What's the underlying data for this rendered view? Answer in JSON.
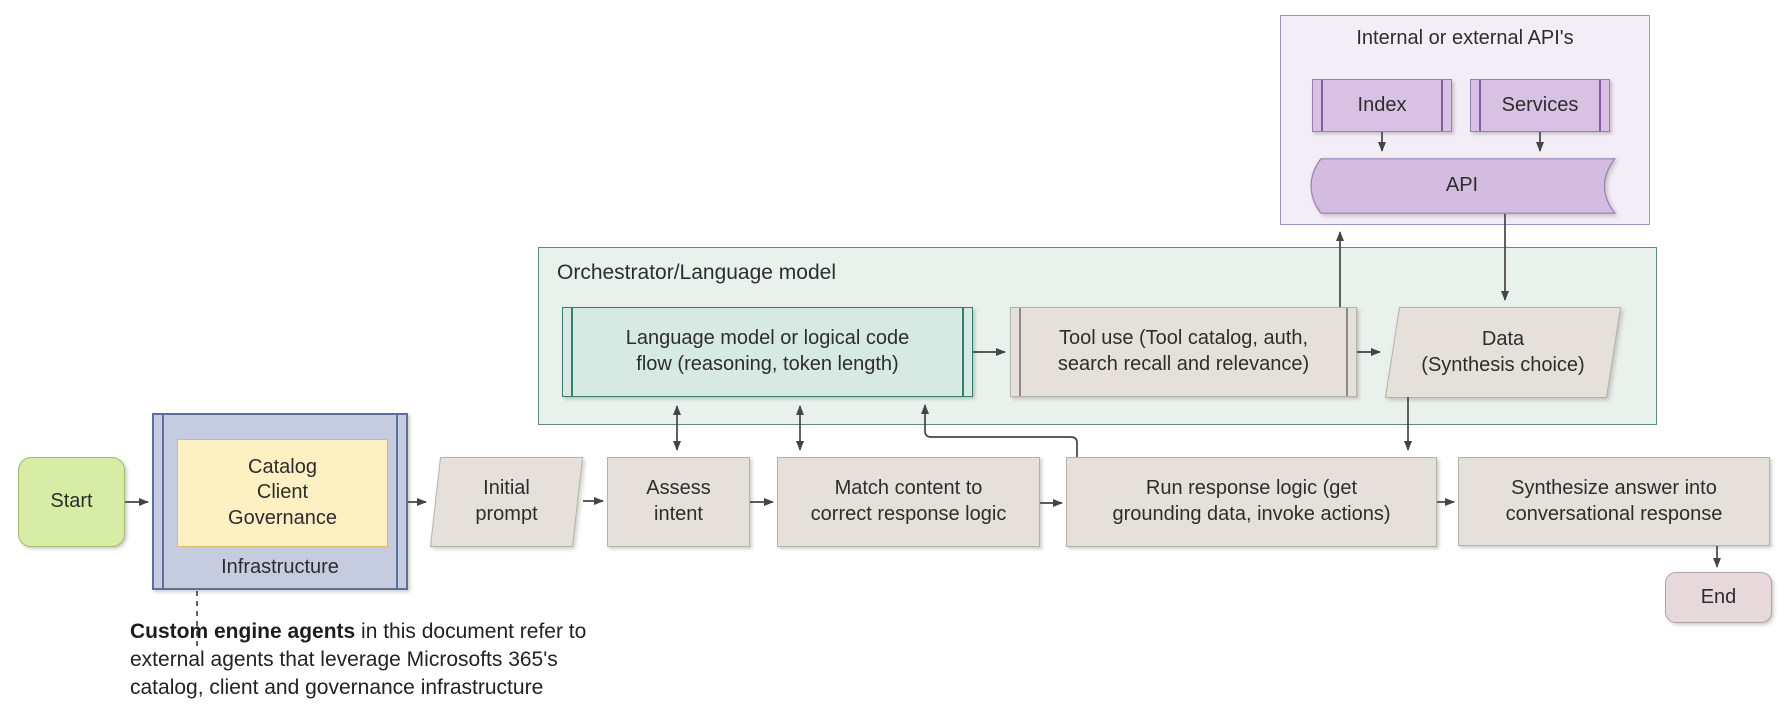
{
  "diagram": {
    "api_panel": {
      "title": "Internal or external API's",
      "index_label": "Index",
      "services_label": "Services",
      "api_label": "API"
    },
    "orchestrator_panel": {
      "title": "Orchestrator/Language model",
      "language_model_label": "Language model or logical code\nflow (reasoning, token length)",
      "tool_use_label": "Tool use (Tool catalog, auth,\nsearch recall and relevance)",
      "data_label": "Data\n(Synthesis choice)"
    },
    "flow": {
      "start": "Start",
      "catalog_stack": "Catalog\nClient\nGovernance",
      "infrastructure": "Infrastructure",
      "initial_prompt": "Initial\nprompt",
      "assess_intent": "Assess\nintent",
      "match_content": "Match content to\ncorrect response logic",
      "run_response": "Run response logic (get\ngrounding data, invoke actions)",
      "synthesize": "Synthesize answer into\nconversational response",
      "end": "End"
    },
    "annotation": {
      "bold": "Custom engine agents",
      "rest": " in this document refer to external agents that leverage Microsofts 365's catalog, client and governance infrastructure"
    }
  },
  "colors": {
    "api_panel_fill": "#f3edf7",
    "api_node_fill": "#d8c1e3",
    "api_shape_fill": "#d3bcdf",
    "orchestrator_panel_fill": "#e9f1ed",
    "language_model_fill": "#d6e9e2",
    "process_gray_fill": "#e5e1da",
    "start_fill": "#d7eda6",
    "end_fill": "#e7d8db",
    "infrastructure_fill": "#c6ccdf",
    "catalog_fill": "#fdf0c2",
    "connector": "#454545"
  }
}
